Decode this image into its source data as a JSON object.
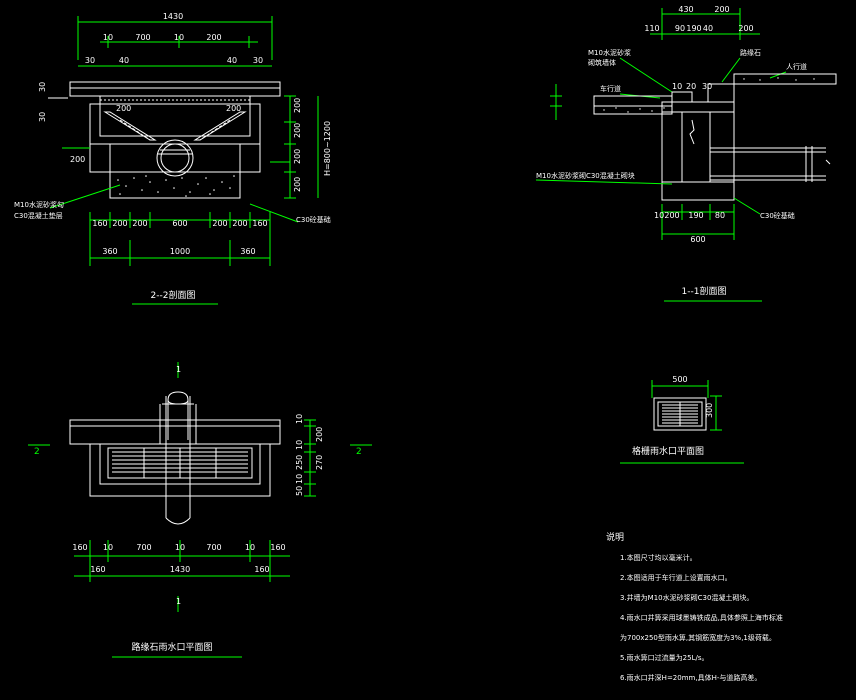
{
  "sec22": {
    "title": "2--2剖面图",
    "dim_top": "1430",
    "dims_row": [
      "10",
      "700",
      "10",
      "200"
    ],
    "d30a": "30",
    "d40a": "40",
    "d40b": "40",
    "d30b": "30",
    "left30a": "30",
    "left30b": "30",
    "r200a": "200",
    "r200b": "200",
    "r200c": "200",
    "r200d": "200",
    "rH": "H=800~1200",
    "l200": "200",
    "in200a": "200",
    "in200b": "200",
    "bot_dims": [
      "160",
      "200",
      "200",
      "600",
      "200",
      "200",
      "160"
    ],
    "bot_dims2": [
      "360",
      "1000",
      "360"
    ],
    "note_m10": "M10水泥砂浆勾",
    "note_c30": "C30混凝土垫层",
    "note_c30r": "C30砼基础"
  },
  "sec11": {
    "title": "1--1剖面图",
    "dim_top": "430",
    "dim_top2": "200",
    "dims_row": [
      "110",
      "90",
      "190",
      "40",
      "200"
    ],
    "note_m10": "M10水泥砂浆",
    "note_m10b": "砌筑墙体",
    "note_road": "车行道",
    "note_edge": "路缘石",
    "note_walk": "人行道",
    "d10": "10",
    "d20": "20",
    "d30": "30",
    "note_bottom": "M10水泥砂浆砌C30混凝土砌块",
    "bot_dims": [
      "10",
      "200",
      "190",
      "80"
    ],
    "bot_total": "600",
    "note_c30": "C30砼基础"
  },
  "grate": {
    "title": "格栅雨水口平面图",
    "w": "500",
    "h": "300"
  },
  "plan": {
    "title": "路缘石雨水口平面图",
    "mark_top": "1",
    "mark_bot": "1",
    "mark_left": "2",
    "mark_right": "2",
    "r_dims": [
      "10",
      "200",
      "10",
      "250",
      "270",
      "10",
      "50"
    ],
    "bot_dims": [
      "160",
      "10",
      "700",
      "10",
      "700",
      "10",
      "160"
    ],
    "bot_dims2": [
      "160",
      "1430",
      "160"
    ]
  },
  "notes": {
    "heading": "说明",
    "lines": [
      "1.本图尺寸均以毫米计。",
      "2.本图适用于车行道上设置雨水口。",
      "3.井墙为M10水泥砂浆砌C30混凝土砌块。",
      "4.雨水口井箅采用球墨铸铁成品,具体参照上海市标准",
      "  为700x250型雨水箅,其钢筋宽度为3%,1级荷载。",
      "5.雨水箅口过流量为25L/s。",
      "6.雨水口井深H=20mm,具体H-与道路高差。"
    ]
  }
}
